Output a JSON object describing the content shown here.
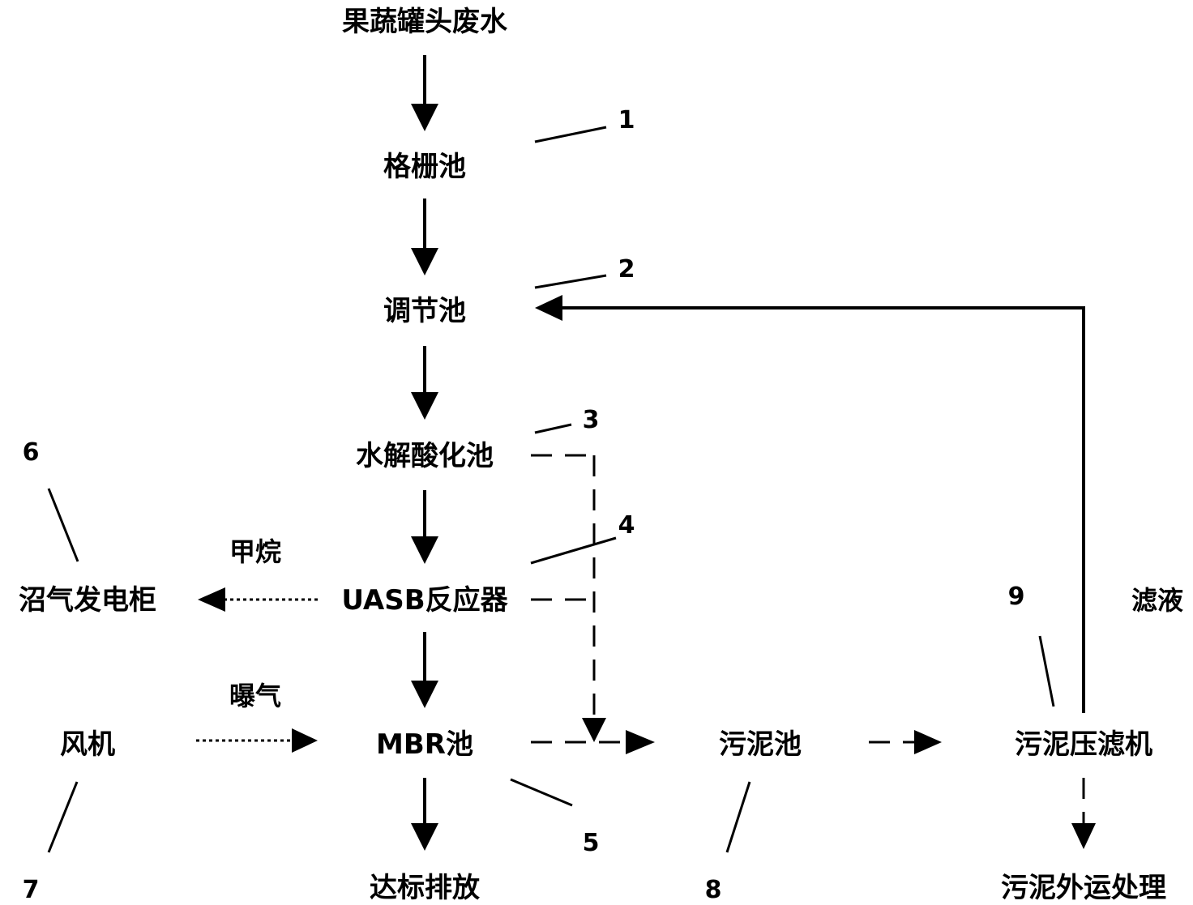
{
  "nodes": {
    "wastewater": "果蔬罐头废水",
    "grid_tank": "格栅池",
    "regulating_tank": "调节池",
    "hydrolysis_tank": "水解酸化池",
    "uasb": "UASB反应器",
    "mbr": "MBR池",
    "discharge": "达标排放",
    "biogas_generator": "沼气发电柜",
    "blower": "风机",
    "sludge_tank": "污泥池",
    "filter_press": "污泥压滤机",
    "sludge_disposal": "污泥外运处理"
  },
  "edge_labels": {
    "methane": "甲烷",
    "aeration": "曝气",
    "filtrate": "滤液"
  },
  "callouts": [
    "1",
    "2",
    "3",
    "4",
    "5",
    "6",
    "7",
    "8",
    "9"
  ]
}
